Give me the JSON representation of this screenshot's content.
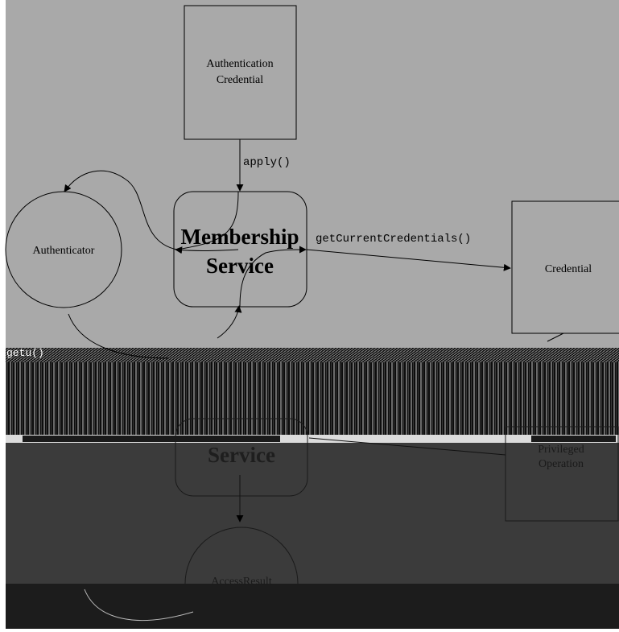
{
  "diagram": {
    "nodes": {
      "auth_credential": {
        "line1": "Authentication",
        "line2": "Credential"
      },
      "authenticator": {
        "label": "Authenticator"
      },
      "membership_top": {
        "line1": "Membership",
        "line2": "Service"
      },
      "credential": {
        "label": "Credential"
      },
      "membership_bottom": {
        "label": "Service"
      },
      "privileged_operation": {
        "line1": "Privileged",
        "line2": "Operation"
      },
      "access_result": {
        "label": "AccessResult"
      }
    },
    "edges": {
      "apply": {
        "label": "apply()"
      },
      "get_current_credentials": {
        "label": "getCurrentCredentials()"
      },
      "truncated_call": {
        "label": "getu()"
      }
    }
  },
  "colors": {
    "top_background": "#a9a9a9",
    "bottom_background": "#3b3b3b",
    "footer_band": "#1c1c1c",
    "glitch_band": "#111111",
    "stroke": "#000000"
  }
}
